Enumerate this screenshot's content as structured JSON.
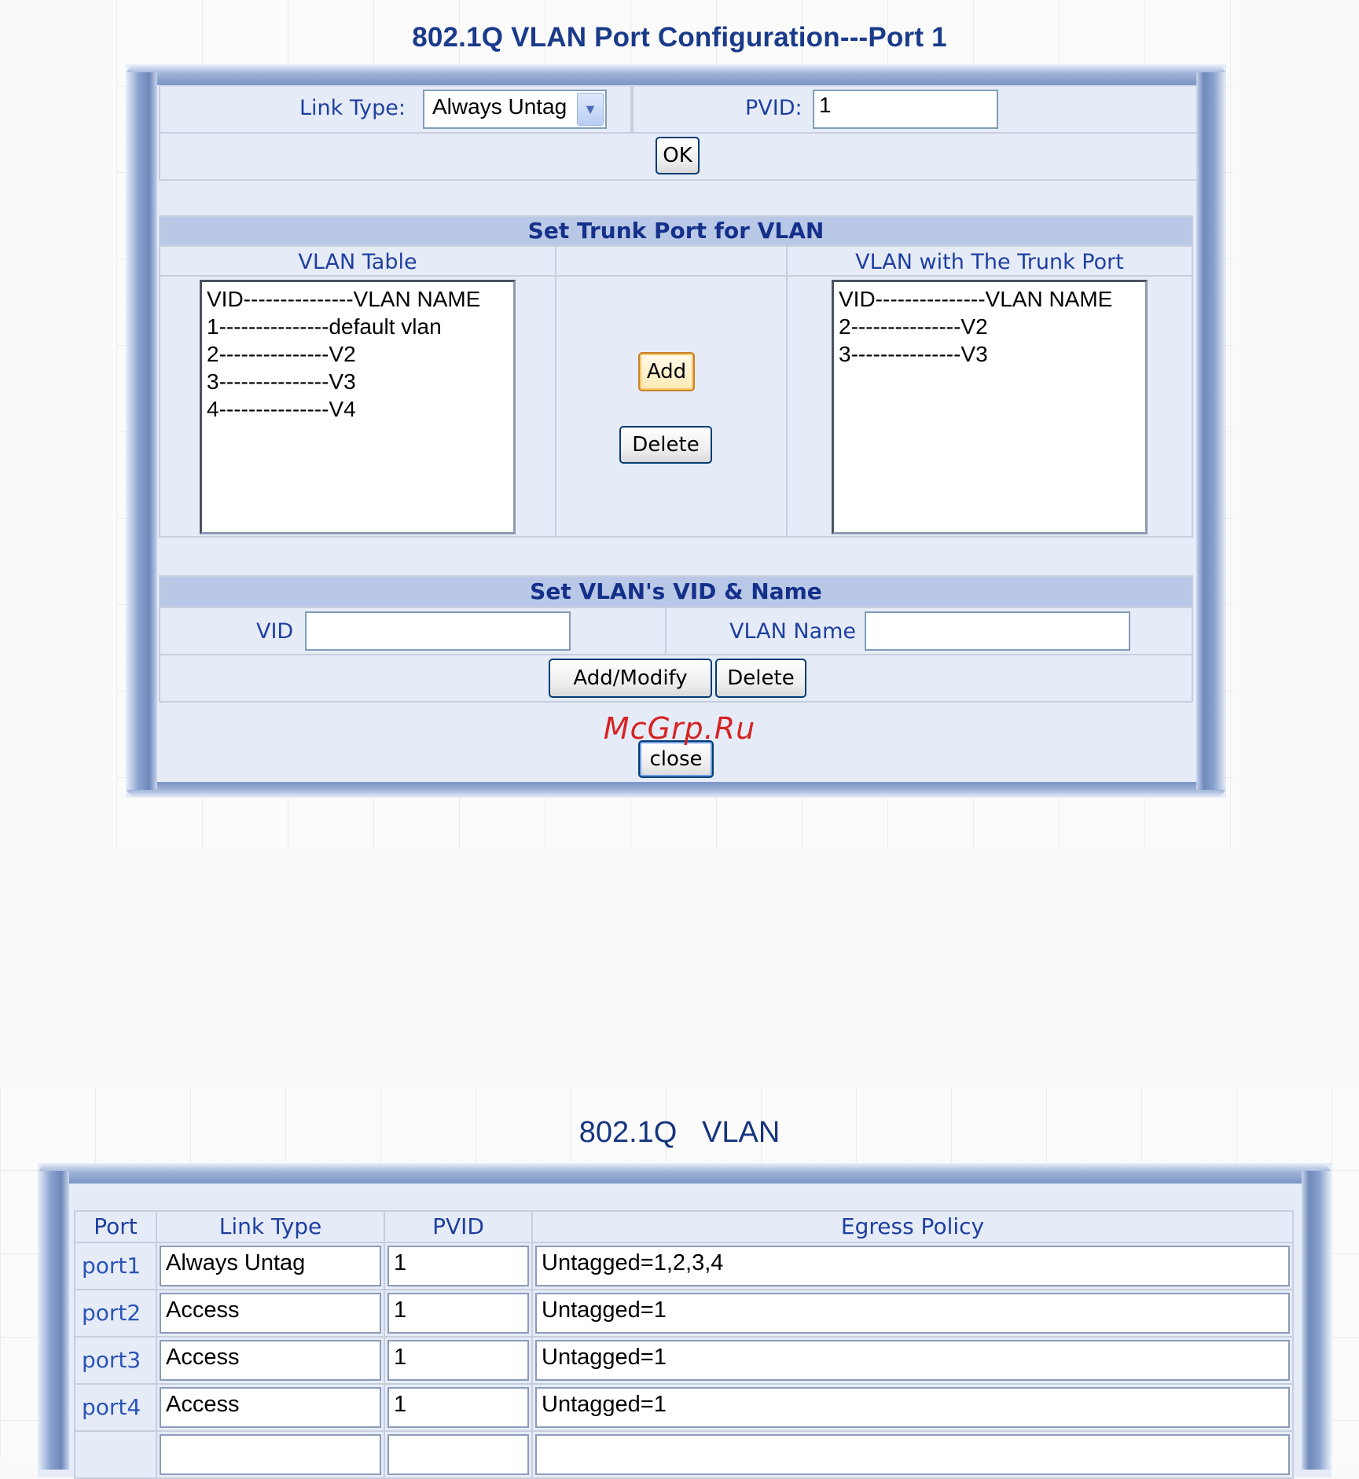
{
  "config_dialog": {
    "title": "802.1Q VLAN Port Configuration---Port 1",
    "link_type_label": "Link Type:",
    "link_type_value": "Always Untag",
    "pvid_label": "PVID:",
    "pvid_value": "1",
    "ok_label": "OK",
    "trunk_section": {
      "heading": "Set Trunk Port for VLAN",
      "vlan_table_header": "VLAN Table",
      "trunk_header": "VLAN with The Trunk Port",
      "vlan_table_rows": [
        "VID---------------VLAN NAME",
        "1---------------default vlan",
        "2---------------V2",
        "3---------------V3",
        "4---------------V4"
      ],
      "trunk_rows": [
        "VID---------------VLAN NAME",
        "2---------------V2",
        "3---------------V3"
      ],
      "add_label": "Add",
      "delete_label": "Delete"
    },
    "vid_section": {
      "heading": "Set VLAN's VID & Name",
      "vid_label": "VID",
      "vid_value": "",
      "name_label": "VLAN Name",
      "name_value": "",
      "add_modify_label": "Add/Modify",
      "delete_label": "Delete"
    },
    "close_label": "close",
    "watermark": "McGrp.Ru"
  },
  "vlan_overview": {
    "title": "802.1Q   VLAN",
    "headers": {
      "port": "Port",
      "link_type": "Link Type",
      "pvid": "PVID",
      "egress": "Egress Policy"
    },
    "rows": [
      {
        "port": "port1",
        "link_type": "Always Untag",
        "pvid": "1",
        "egress": "Untagged=1,2,3,4"
      },
      {
        "port": "port2",
        "link_type": "Access",
        "pvid": "1",
        "egress": "Untagged=1"
      },
      {
        "port": "port3",
        "link_type": "Access",
        "pvid": "1",
        "egress": "Untagged=1"
      },
      {
        "port": "port4",
        "link_type": "Access",
        "pvid": "1",
        "egress": "Untagged=1"
      }
    ]
  },
  "colors": {
    "heading_blue": "#1a3a8a",
    "label_blue": "#1f3fa0",
    "panel_bg": "#e6ecf7",
    "section_bar": "#b9c8e6",
    "watermark_red": "#d62424"
  }
}
